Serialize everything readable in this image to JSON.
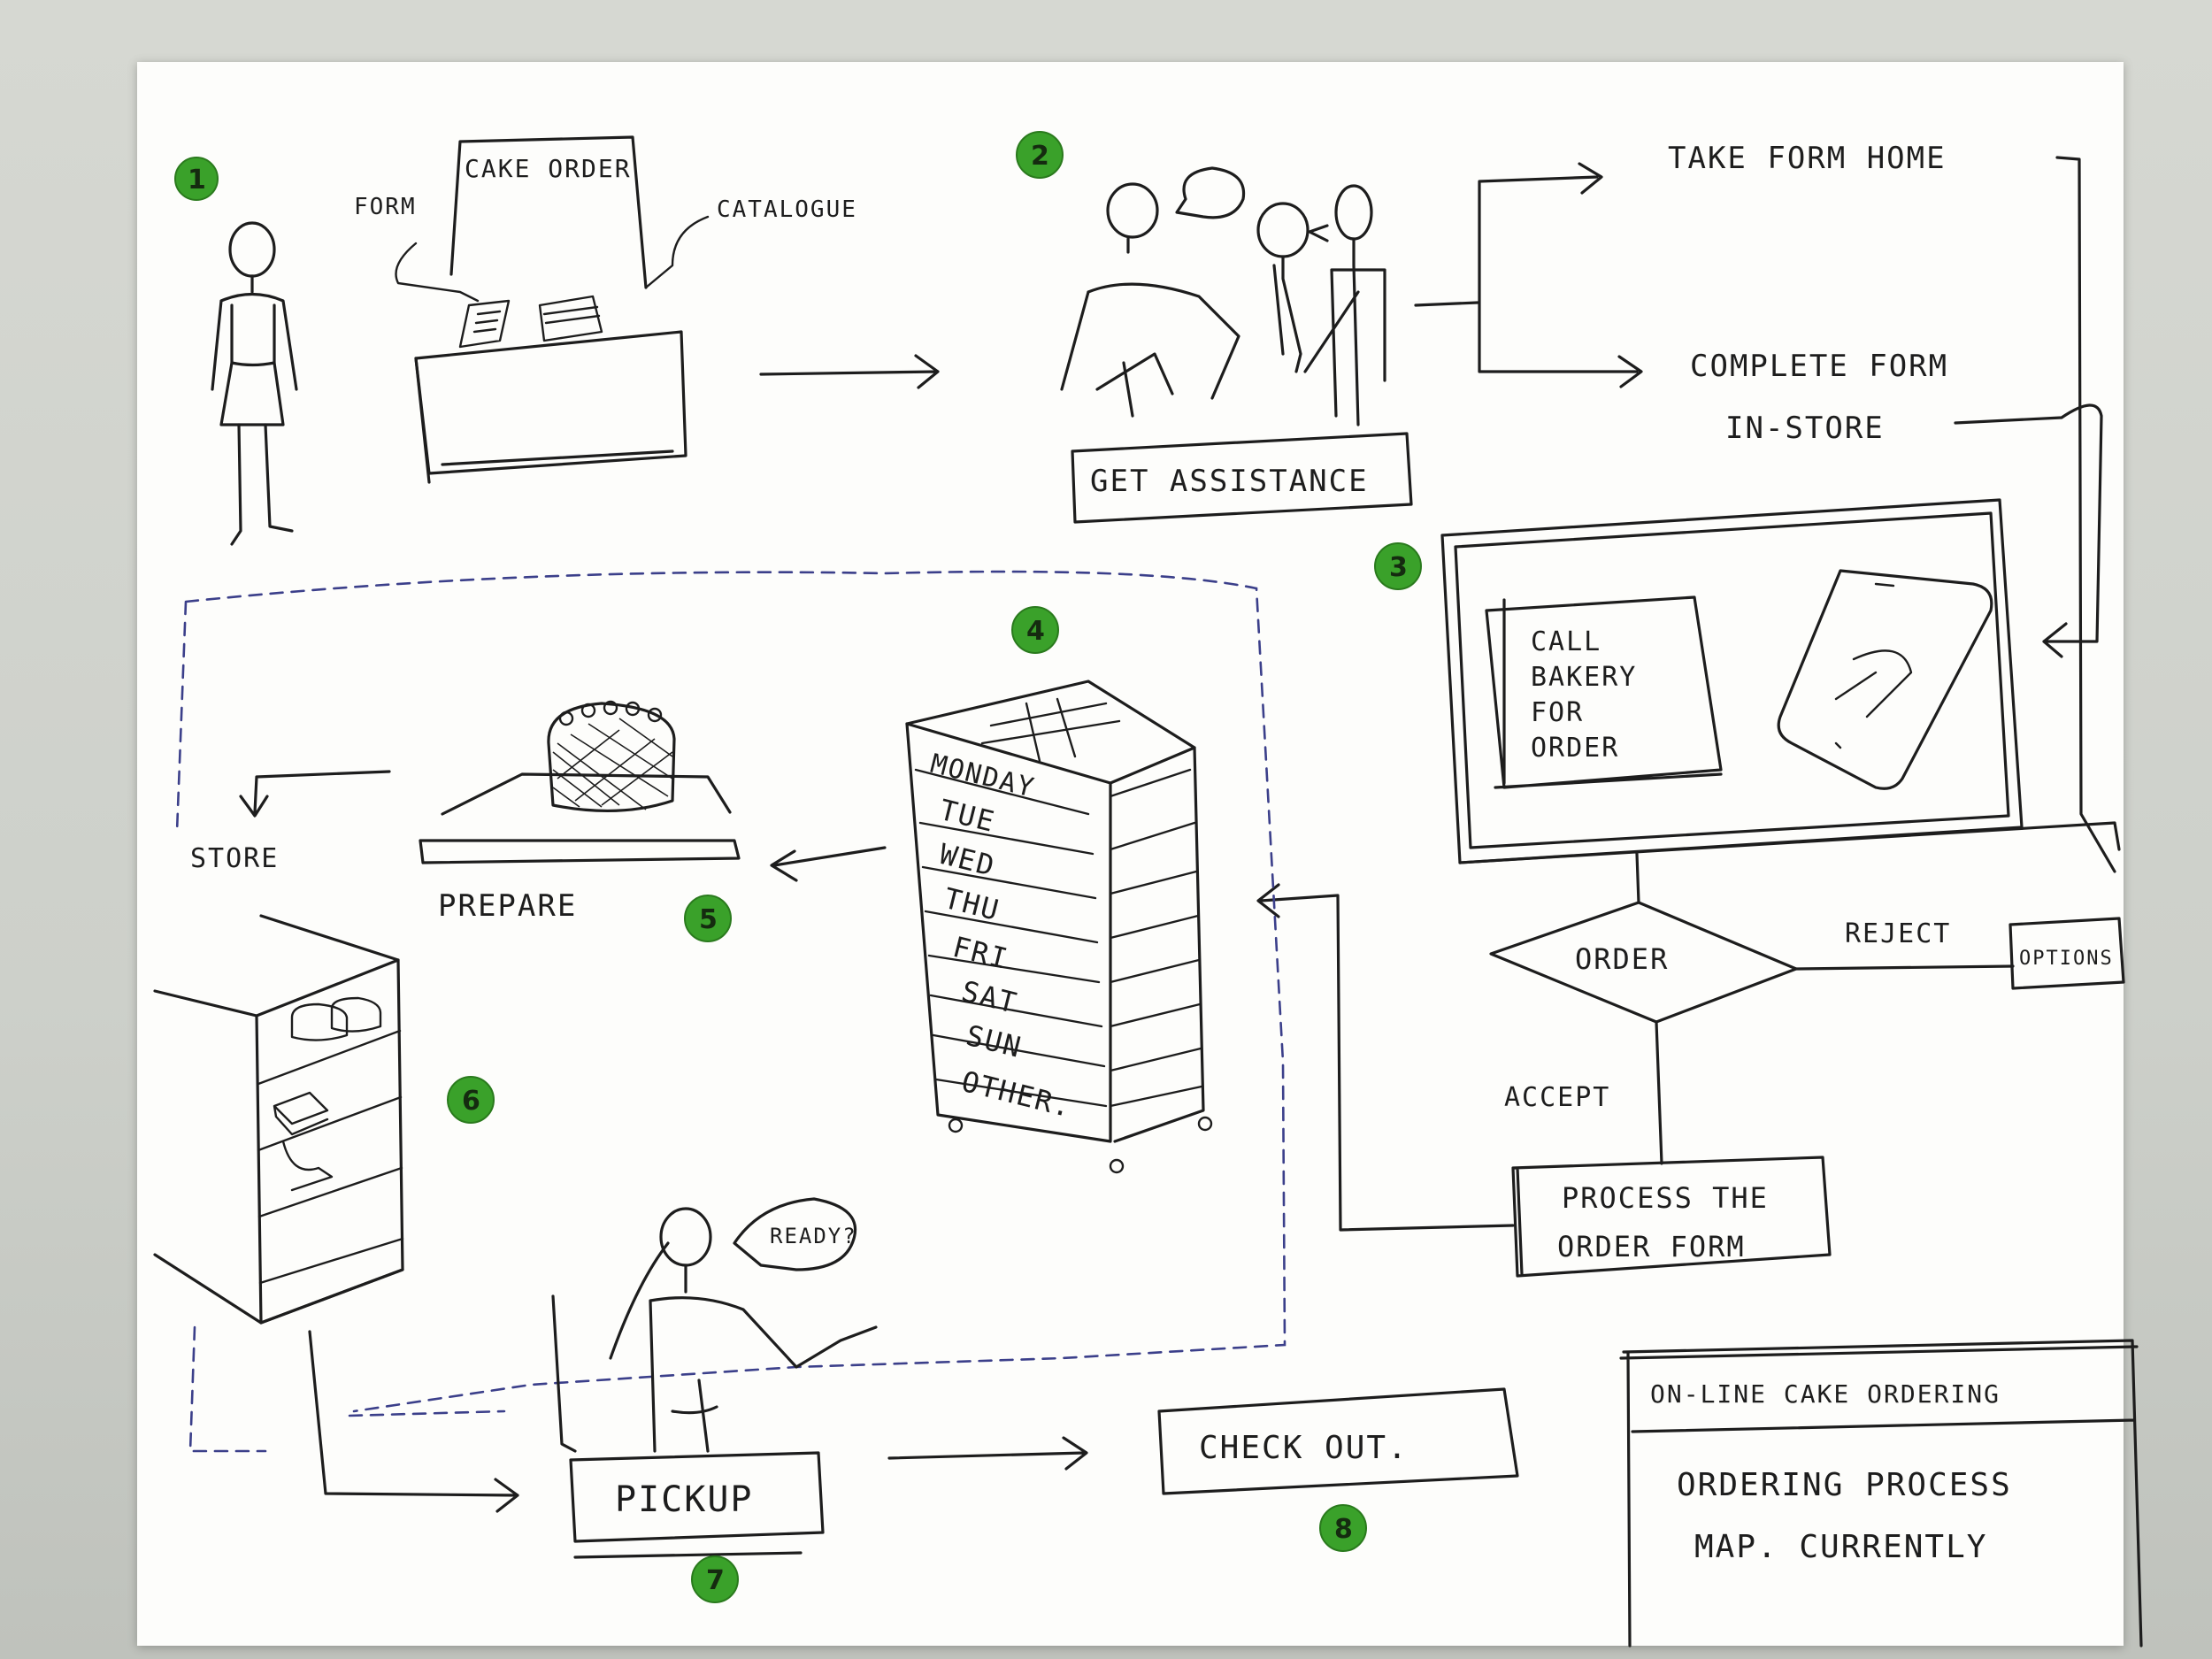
{
  "steps": {
    "s1": {
      "num": "1",
      "form_label": "FORM",
      "sign": "CAKE ORDER",
      "catalogue_label": "CATALOGUE"
    },
    "s2": {
      "num": "2",
      "action": "GET ASSISTANCE",
      "option_a": "TAKE FORM HOME",
      "option_b_line1": "COMPLETE FORM",
      "option_b_line2": "IN-STORE"
    },
    "s3": {
      "num": "3",
      "note_lines": [
        "CALL",
        "BAKERY",
        "FOR",
        "ORDER"
      ]
    },
    "decision": {
      "label": "ORDER",
      "reject_label": "REJECT",
      "reject_target": "OPTIONS",
      "accept_label": "ACCEPT"
    },
    "process": {
      "line1": "PROCESS THE",
      "line2": "ORDER FORM"
    },
    "s4": {
      "num": "4",
      "days": [
        "MONDAY",
        "TUE",
        "WED",
        "THU",
        "FRI",
        "SAT",
        "SUN",
        "OTHER."
      ]
    },
    "s5": {
      "num": "5",
      "label": "PREPARE"
    },
    "store": {
      "label": "STORE"
    },
    "s6": {
      "num": "6"
    },
    "s7": {
      "num": "7",
      "label": "PICKUP",
      "speech": "READY?"
    },
    "s8": {
      "num": "8",
      "label": "CHECK OUT."
    },
    "title_box": {
      "header": "ON-LINE CAKE ORDERING",
      "line1": "ORDERING PROCESS",
      "line2": "MAP. CURRENTLY"
    },
    "colors": {
      "badge": "#3aa12a",
      "ink": "#1d1d1d",
      "dashed_boundary": "#3b3f8a",
      "paper": "#fdfdfb"
    }
  }
}
